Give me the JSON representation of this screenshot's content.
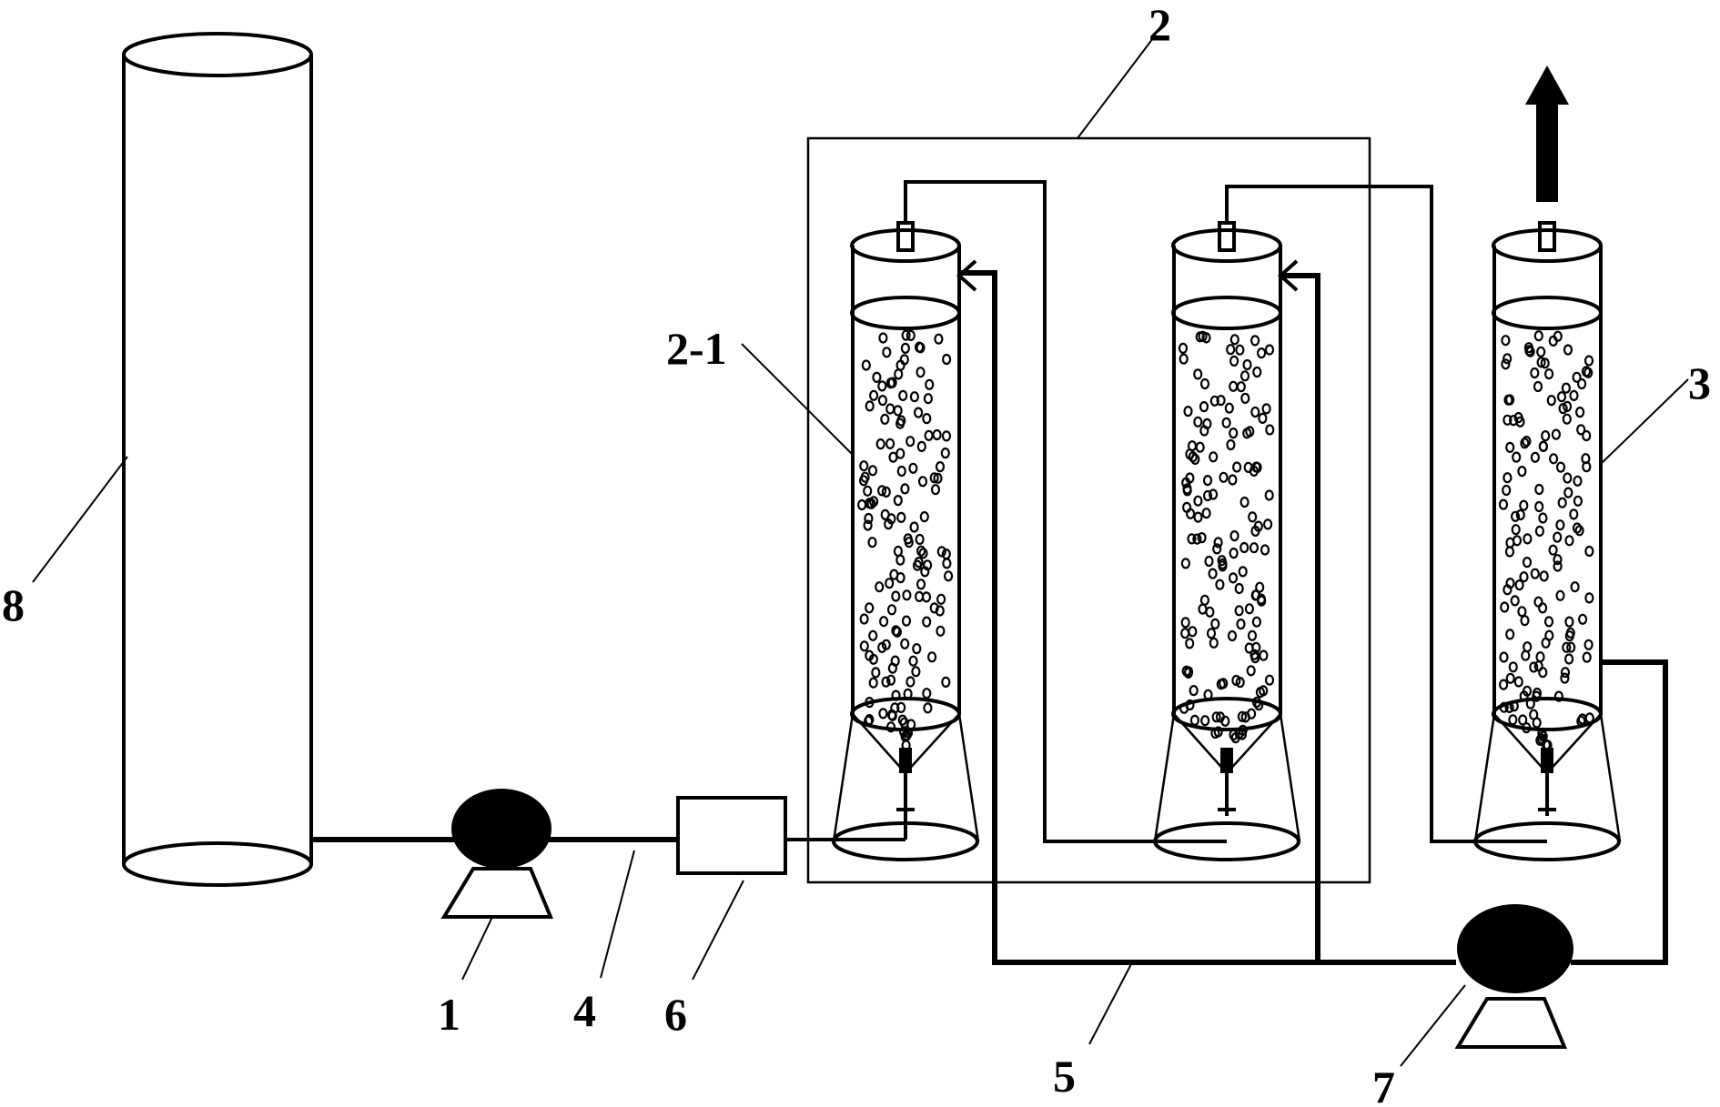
{
  "labels": {
    "reservoir": "8",
    "pump_feed": "1",
    "pipe_feed": "4",
    "box_6": "6",
    "enclosure": "2",
    "column_2_1": "2-1",
    "column_3": "3",
    "pipe_return": "5",
    "pump_recirc": "7"
  }
}
